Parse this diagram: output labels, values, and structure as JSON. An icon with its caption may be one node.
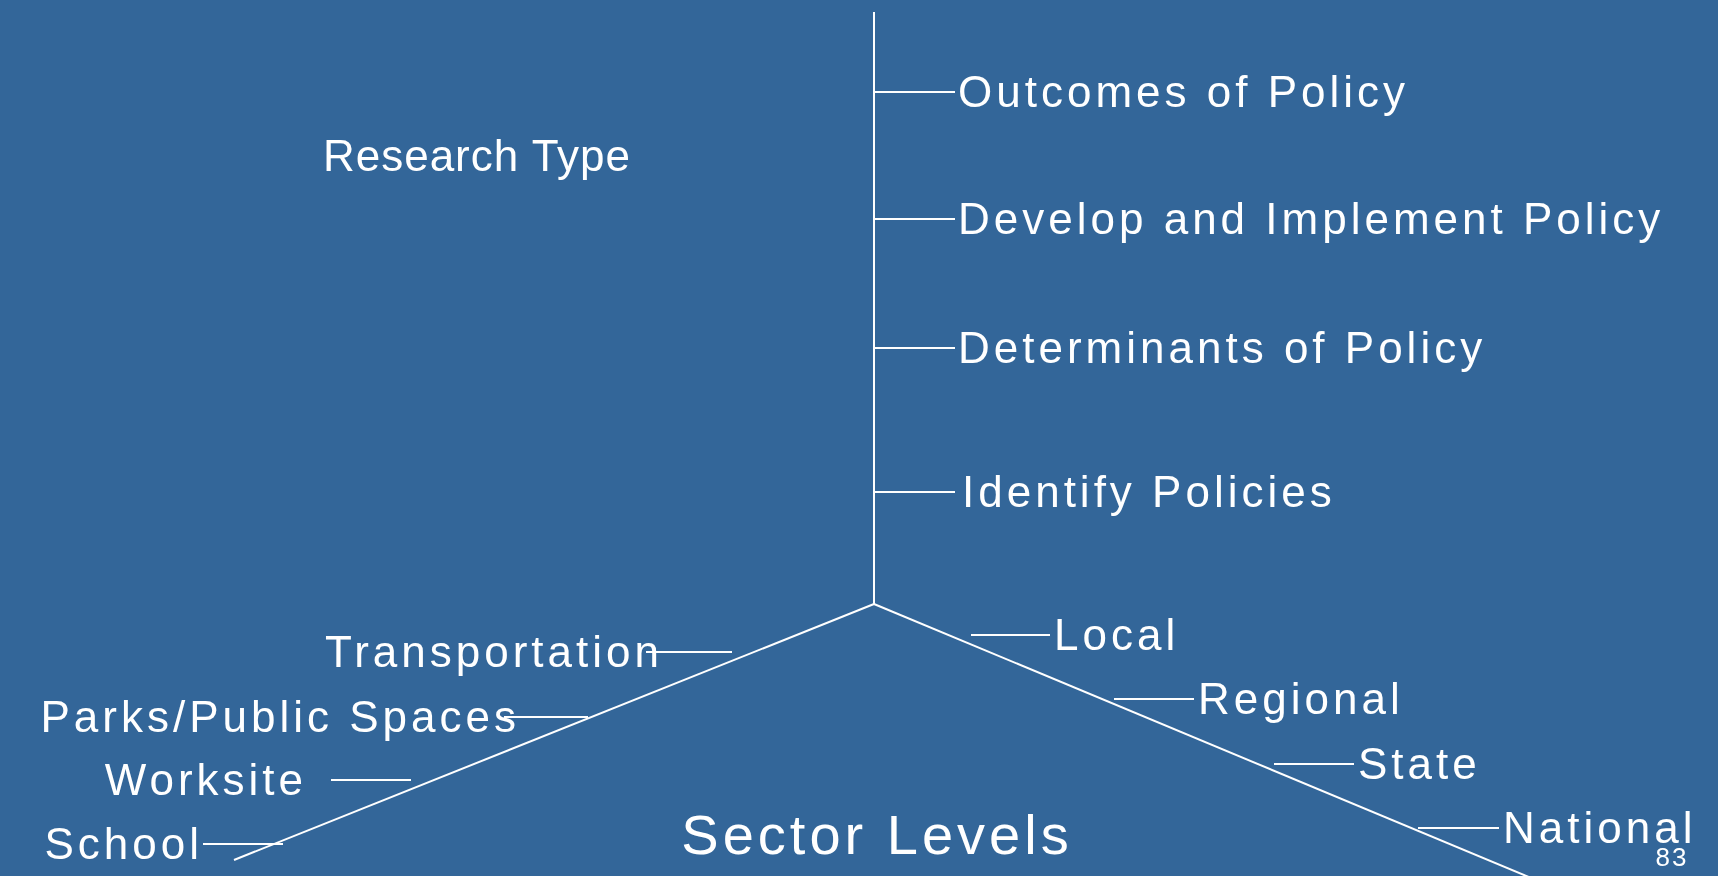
{
  "diagram": {
    "nodes": [
      {
        "text": [
          "Outcomes of Policy"
        ]
      },
      {
        "text": [
          "Develop and Implement Policy"
        ]
      },
      {
        "text": [
          "Determinants of Policy"
        ]
      },
      {
        "text": [
          "Identify Policies"
        ]
      },
      {
        "text": [
          "Local"
        ]
      },
      {
        "text": [
          "Regional"
        ]
      },
      {
        "text": [
          "State"
        ]
      },
      {
        "text": [
          "National"
        ]
      },
      {
        "text": [
          "Transportation"
        ]
      },
      {
        "text": [
          "Parks/Public Spaces"
        ]
      },
      {
        "text": [
          "Worksite"
        ]
      },
      {
        "text": [
          "School"
        ]
      }
    ],
    "edges": [
      {
        "from": 0,
        "to": null,
        "arrow": "none"
      },
      {
        "from": 1,
        "to": null,
        "arrow": "none"
      },
      {
        "from": 2,
        "to": null,
        "arrow": "none"
      },
      {
        "from": 3,
        "to": null,
        "arrow": "none"
      },
      {
        "from": 4,
        "to": null,
        "arrow": "none"
      },
      {
        "from": 5,
        "to": null,
        "arrow": "none"
      },
      {
        "from": 6,
        "to": null,
        "arrow": "none"
      },
      {
        "from": 7,
        "to": null,
        "arrow": "none"
      },
      {
        "from": 8,
        "to": null,
        "arrow": "none"
      },
      {
        "from": 9,
        "to": null,
        "arrow": "none"
      },
      {
        "from": 10,
        "to": null,
        "arrow": "none"
      },
      {
        "from": 11,
        "to": null,
        "arrow": "none"
      }
    ],
    "labels": [
      "Research Type",
      "Sector Levels",
      "83"
    ]
  }
}
